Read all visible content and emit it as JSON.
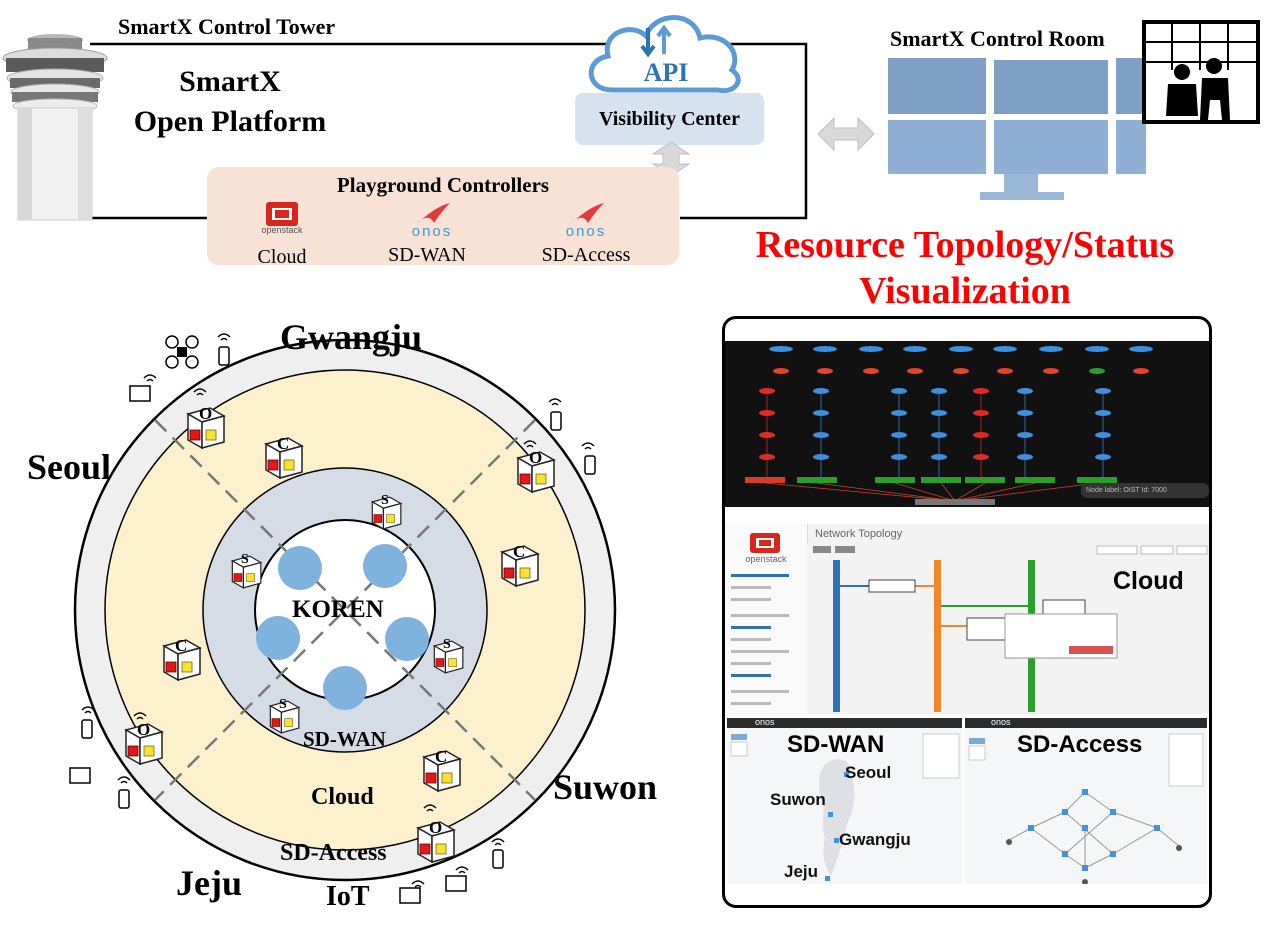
{
  "header": {
    "control_tower": "SmartX Control Tower",
    "platform_line1": "SmartX",
    "platform_line2": "Open Platform",
    "control_room": "SmartX Control Room",
    "api": "API",
    "visibility_center": "Visibility Center"
  },
  "playground": {
    "title": "Playground Controllers",
    "controllers": [
      {
        "logo": "openstack",
        "label": "Cloud"
      },
      {
        "logo": "onos",
        "label": "SD-WAN"
      },
      {
        "logo": "onos",
        "label": "SD-Access"
      }
    ]
  },
  "visualization": {
    "title_line1": "Resource Topology/Status",
    "title_line2": "Visualization"
  },
  "rings": {
    "top": "Gwangju",
    "left": "Seoul",
    "right": "Suwon",
    "bottom_left": "Jeju",
    "center": "KOREN",
    "sdwan": "SD-WAN",
    "cloud": "Cloud",
    "sdaccess": "SD-Access",
    "iot": "IoT",
    "node_o": "O",
    "node_c": "C",
    "node_s": "S"
  },
  "screenshots": {
    "cloud_label": "Cloud",
    "sdwan_label": "SD-WAN",
    "sdaccess_label": "SD-Access",
    "topology_heading": "Network Topology",
    "openstack_logo": "openstack",
    "onos_logo": "onos",
    "node_label": "Node label: OIST Id: 7000",
    "cities": [
      "Seoul",
      "Suwon",
      "Gwangju",
      "Jeju"
    ]
  },
  "colors": {
    "accent_red": "#ff0000",
    "api_blue": "#2e74b5",
    "ring_outer": "#efefef",
    "ring_cloud": "#fdf0cc",
    "ring_sdwan": "#d5dce6",
    "koren_node": "#7fb2dd"
  }
}
